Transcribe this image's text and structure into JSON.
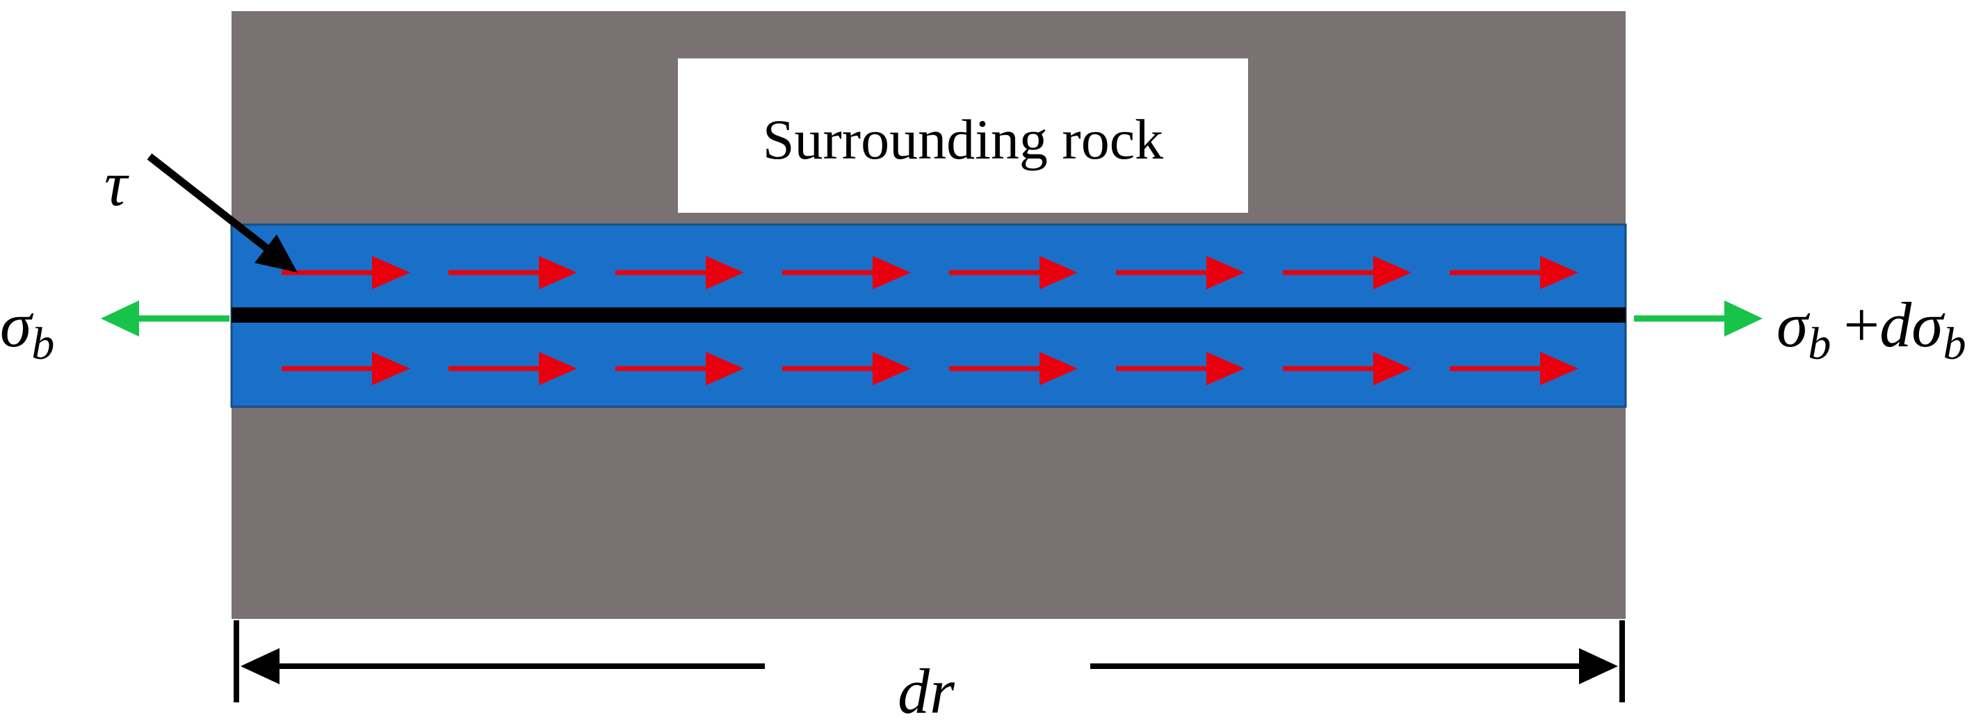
{
  "labels": {
    "surrounding_rock": "Surrounding rock",
    "tau": "τ",
    "sigma": "σ",
    "sub_b": "b",
    "plus": "+",
    "d": "d",
    "dr": "dr"
  },
  "colors": {
    "rock": "#7a7272",
    "grout": "#1a70c8",
    "bolt": "#000000",
    "shear_arrow": "#e8000f",
    "stress_arrow": "#18c34a",
    "dimension": "#000000",
    "label_box": "#ffffff"
  },
  "shear_arrows_per_row": 8,
  "shear_arrow_rows": 2
}
